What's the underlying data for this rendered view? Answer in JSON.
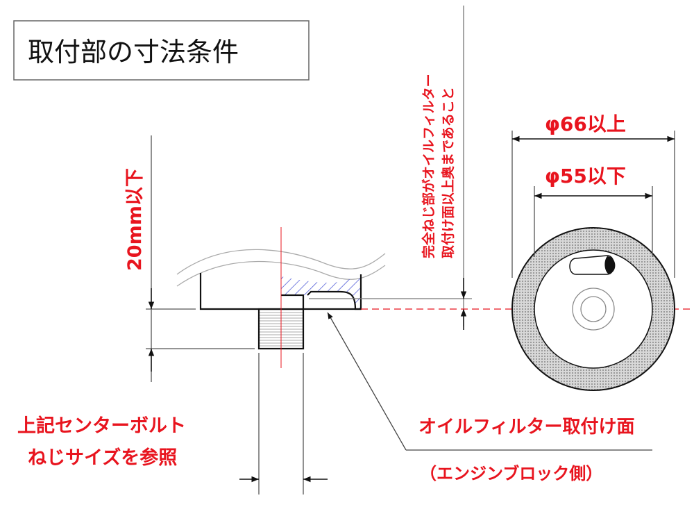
{
  "title": "取付部の寸法条件",
  "labels": {
    "height_limit": "20mm以下",
    "thread_note_line1": "完全ねじ部がオイルフィルター",
    "thread_note_line2": "取付け面以上奥まであること",
    "outer_diameter": "φ66以上",
    "inner_diameter": "φ55以下",
    "bolt_note_line1": "上記センターボルト",
    "bolt_note_line2": "ねじサイズを参照",
    "surface_label": "オイルフィルター取付け面",
    "surface_side": "（エンジンブロック側）"
  },
  "colors": {
    "annotation": "#e8141e",
    "outline": "#111111",
    "dimension_line": "#555555",
    "section_hatch": "#4a55d6",
    "centerline": "#e8141e"
  }
}
